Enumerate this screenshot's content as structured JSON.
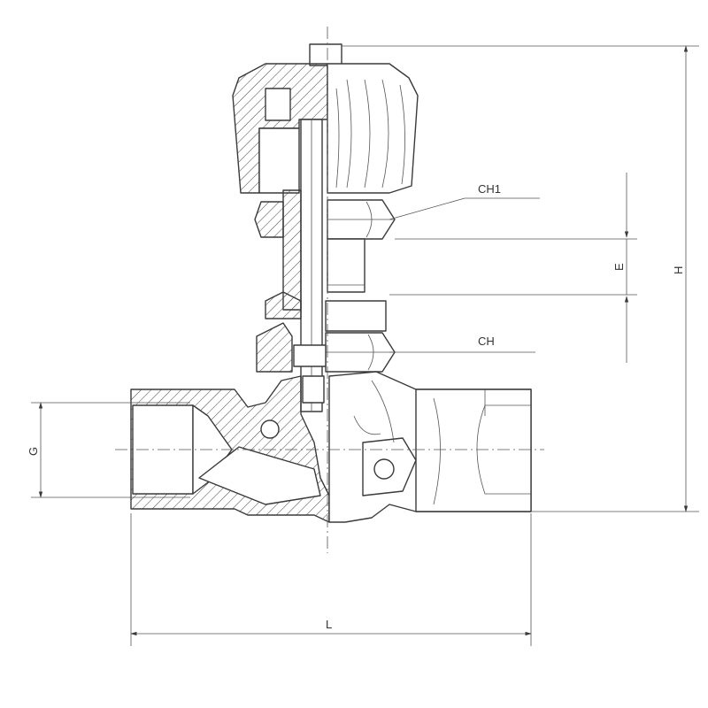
{
  "labels": {
    "ch1": "CH1",
    "ch": "CH",
    "e": "E",
    "h": "H",
    "g": "G",
    "l": "L"
  },
  "colors": {
    "line": "#3a3a3a",
    "background": "#ffffff"
  }
}
